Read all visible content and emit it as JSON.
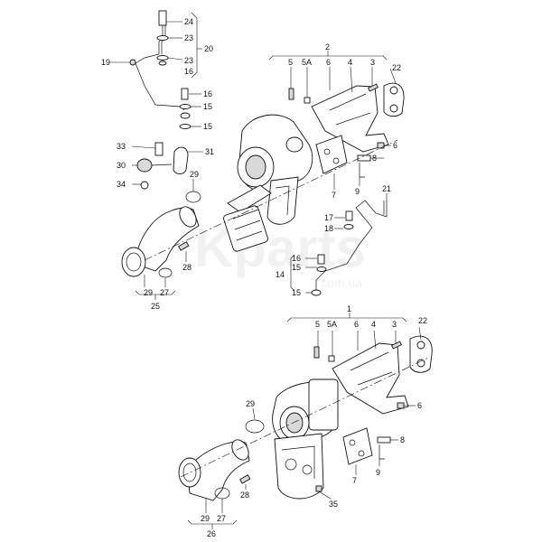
{
  "watermark": {
    "main": "Kparts",
    "sub": "com.ua"
  },
  "callouts": {
    "n24": "24",
    "n23a": "23",
    "n20": "20",
    "n19": "19",
    "n23b": "23",
    "n16a": "16",
    "n16b": "16",
    "n15a": "15",
    "n15b": "15",
    "n2": "2",
    "n5_top": "5",
    "n5a_top": "5A",
    "n6_top": "6",
    "n4_top": "4",
    "n3_top": "3",
    "n22_top": "22",
    "n6_shield_top": "6",
    "n8_top": "8",
    "n7_top": "7",
    "n9_top": "9",
    "n21": "21",
    "n17": "17",
    "n18": "18",
    "n16c": "16",
    "n15c": "15",
    "n14": "14",
    "n15d": "15",
    "n33": "33",
    "n31": "31",
    "n30": "30",
    "n34": "34",
    "n29_top": "29",
    "n28_top": "28",
    "n29_top_b": "29",
    "n27_top": "27",
    "n25": "25",
    "n1": "1",
    "n5_bot": "5",
    "n5a_bot": "5A",
    "n6_bot": "6",
    "n4_bot": "4",
    "n3_bot": "3",
    "n22_bot": "22",
    "n6_shield_bot": "6",
    "n29_bot": "29",
    "n8_bot": "8",
    "n9_bot": "9",
    "n7_bot": "7",
    "n28_bot": "28",
    "n35": "35",
    "n29_bot_b": "29",
    "n27_bot": "27",
    "n26": "26"
  }
}
